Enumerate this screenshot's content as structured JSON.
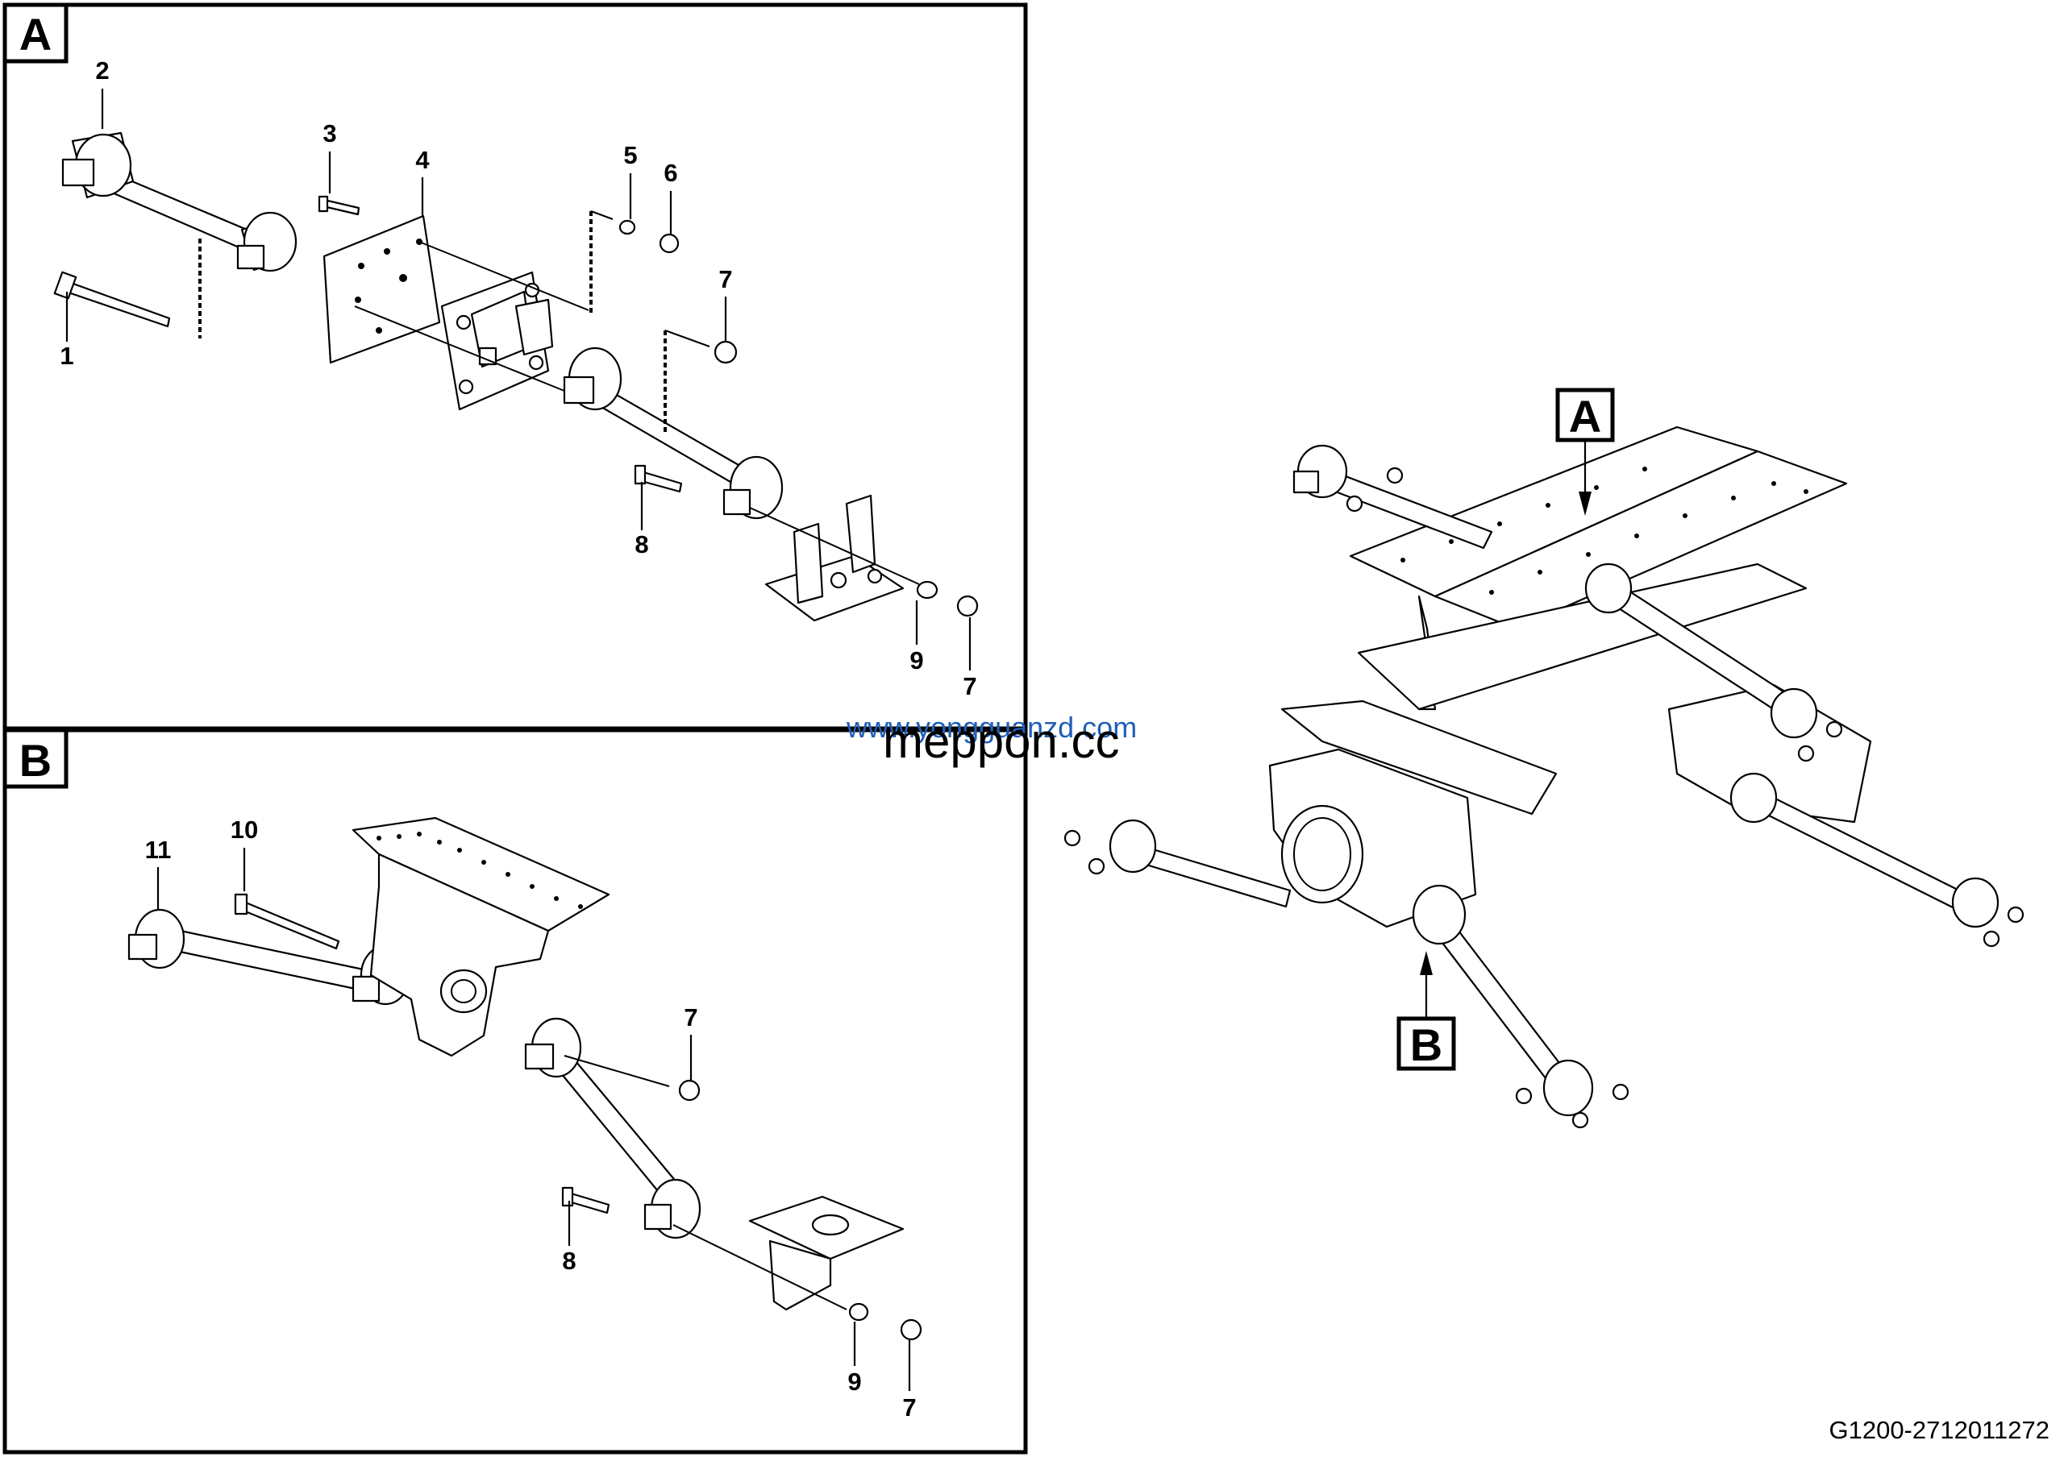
{
  "panels": {
    "A": {
      "label": "A"
    },
    "B": {
      "label": "B"
    }
  },
  "callouts": {
    "A": {
      "n1": "1",
      "n2": "2",
      "n3": "3",
      "n4": "4",
      "n5": "5",
      "n6": "6",
      "n7a": "7",
      "n7b": "7",
      "n8": "8",
      "n9": "9"
    },
    "B": {
      "n11": "11",
      "n10": "10",
      "n7a": "7",
      "n8": "8",
      "n9": "9",
      "n7b": "7"
    }
  },
  "overview": {
    "labelA": "A",
    "labelB": "B"
  },
  "watermarks": {
    "line1": "www.yongguanzd.com",
    "line2": "meppon.cc"
  },
  "drawing_code": "G1200-2712011272"
}
